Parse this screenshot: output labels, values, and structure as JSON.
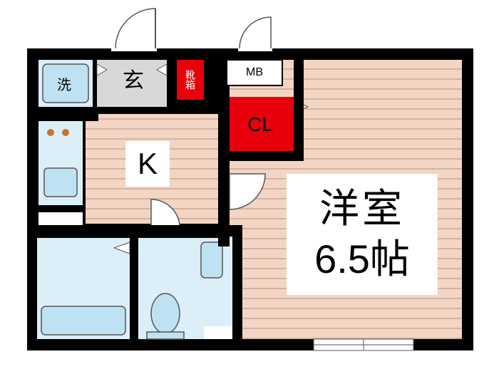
{
  "floorplan": {
    "rooms": {
      "western_room": {
        "name": "洋室",
        "size": "6.5帖"
      },
      "kitchen": {
        "label": "K"
      },
      "closet": {
        "label": "CL"
      },
      "meter_box": {
        "label": "MB"
      },
      "entrance": {
        "label": "玄"
      },
      "shoe_box": {
        "label": "靴箱"
      },
      "washer": {
        "label": "洗"
      }
    },
    "colors": {
      "wall": "#000000",
      "floor_wood": "#f3d5c4",
      "floor_stripe": "#caa897",
      "wet_area": "#dceef8",
      "fixture_blue": "#bfe2f3",
      "entrance_floor": "#d8d8d8",
      "storage_red": "#e8000b"
    }
  }
}
